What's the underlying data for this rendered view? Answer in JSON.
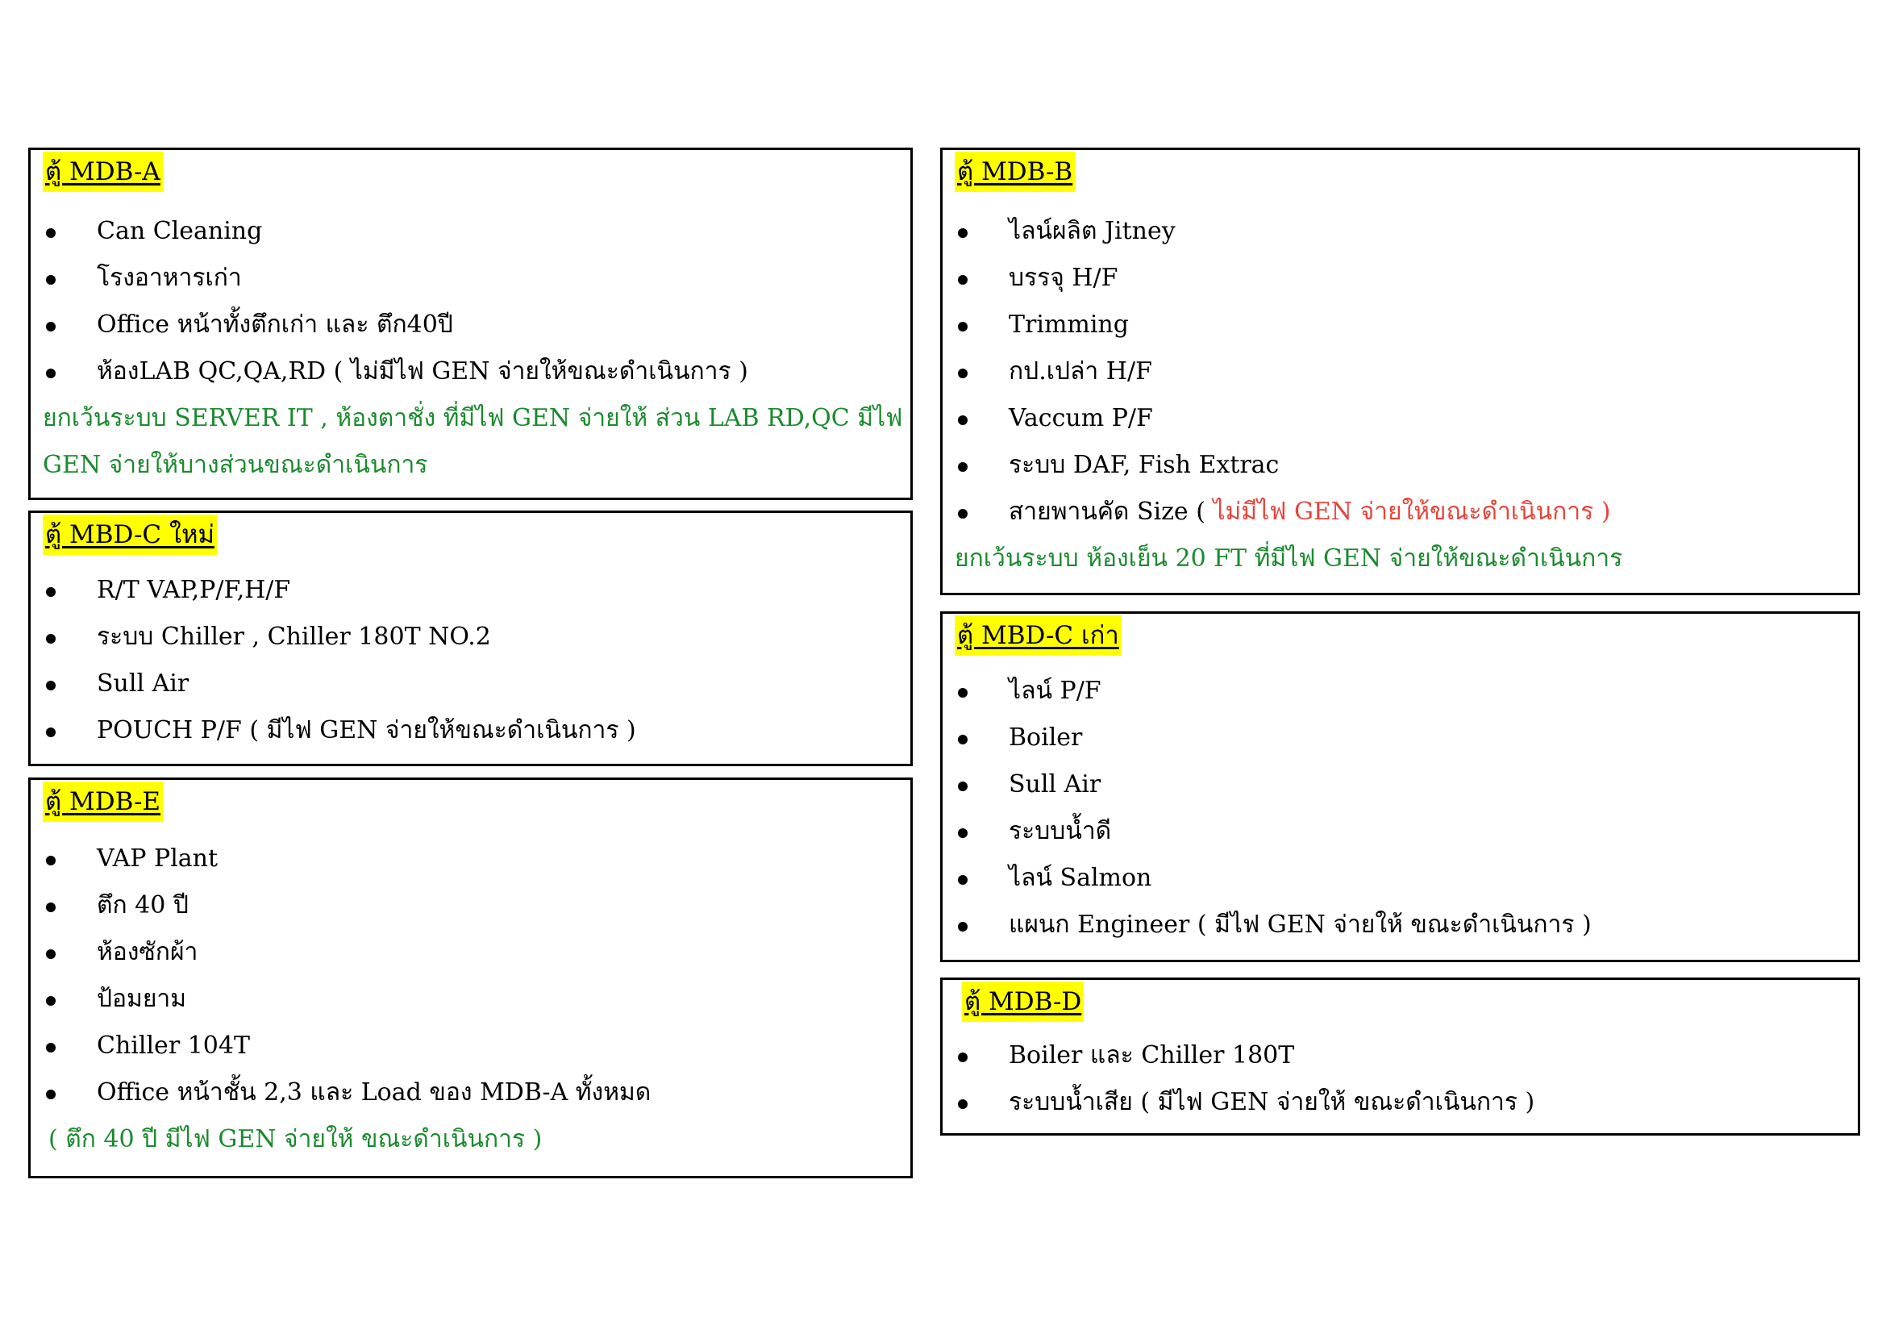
{
  "boxes": {
    "mdb_a": {
      "title": "ตู้ MDB-A",
      "items": [
        "Can Cleaning",
        "โรงอาหารเก่า",
        "Office หน้าทั้งตึกเก่า และ ตึก40ปี",
        "ห้องLAB QC,QA,RD ( ไม่มีไฟ GEN จ่ายให้ขณะดำเนินการ )"
      ],
      "note_line1": "ยกเว้นระบบ SERVER IT , ห้องตาชั่ง ที่มีไฟ GEN จ่ายให้ ส่วน LAB RD,QC มีไฟ",
      "note_line2": "GEN จ่ายให้บางส่วนขณะดำเนินการ"
    },
    "mbd_c_new": {
      "title": "ตู้ MBD-C ใหม่",
      "items": [
        "R/T VAP,P/F,H/F",
        "ระบบ Chiller , Chiller 180T NO.2",
        "Sull Air",
        "POUCH P/F ( มีไฟ GEN จ่ายให้ขณะดำเนินการ )"
      ]
    },
    "mdb_e": {
      "title": "ตู้ MDB-E",
      "items": [
        "VAP Plant",
        "ตึก 40 ปี",
        "ห้องซักผ้า",
        "ป้อมยาม",
        "Chiller 104T",
        "Office หน้าชั้น 2,3 และ Load ของ MDB-A ทั้งหมด"
      ],
      "note": "( ตึก 40 ปี มีไฟ GEN จ่ายให้ ขณะดำเนินการ )"
    },
    "mdb_b": {
      "title": "ตู้ MDB-B",
      "items": [
        "ไลน์ผลิต Jitney",
        "บรรจุ H/F",
        "Trimming",
        "กป.เปล่า H/F",
        "Vaccum P/F",
        "ระบบ DAF, Fish Extrac"
      ],
      "item7_prefix": "สายพานคัด Size (",
      "item7_red": " ไม่มีไฟ GEN จ่ายให้ขณะดำเนินการ )",
      "note": "ยกเว้นระบบ ห้องเย็น 20 FT ที่มีไฟ GEN จ่ายให้ขณะดำเนินการ"
    },
    "mbd_c_old": {
      "title": "ตู้ MBD-C เก่า",
      "items": [
        "ไลน์ P/F",
        "Boiler",
        "Sull Air",
        "ระบบน้ำดี",
        "ไลน์ Salmon",
        "แผนก Engineer    ( มีไฟ GEN จ่ายให้ ขณะดำเนินการ )"
      ]
    },
    "mdb_d": {
      "title": "ตู้ MDB-D",
      "items": [
        "Boiler และ Chiller 180T",
        "ระบบน้ำเสีย   ( มีไฟ GEN จ่ายให้ ขณะดำเนินการ )"
      ]
    }
  },
  "colors": {
    "highlight": "#ffff00",
    "note_green": "#1b8a2e",
    "note_red": "#e8443a"
  }
}
